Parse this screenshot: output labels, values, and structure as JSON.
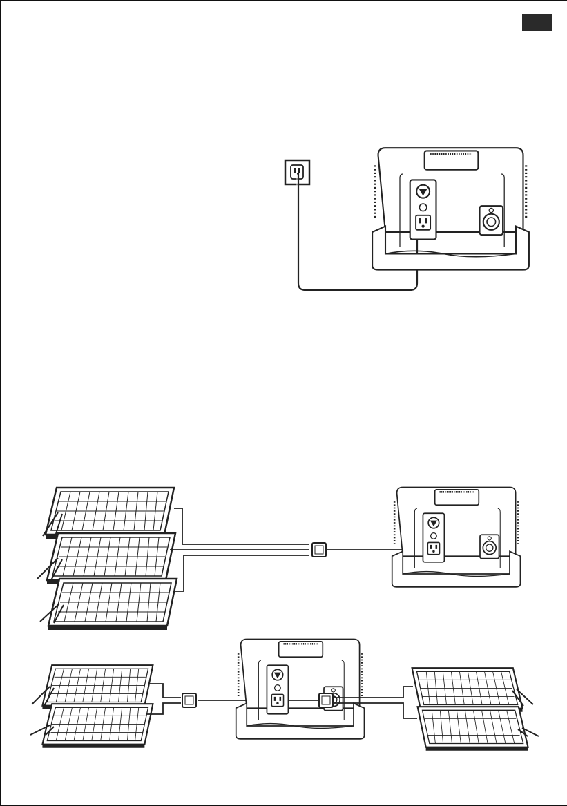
{
  "page": {
    "corner_tab_text": "",
    "background_color": "#ffffff",
    "line_color": "#222222",
    "tab_color": "#2a2a2a"
  },
  "figures": [
    {
      "name": "wall-outlet-charging",
      "items": [
        "wall-outlet-icon",
        "power-station",
        "ac-cable"
      ]
    },
    {
      "name": "three-panel-solar-charging",
      "items": [
        "solar-panel",
        "solar-panel",
        "solar-panel",
        "combiner",
        "power-station"
      ]
    },
    {
      "name": "dual-input-solar-charging",
      "items": [
        "solar-panel",
        "solar-panel",
        "combiner",
        "power-station",
        "combiner",
        "solar-panel",
        "solar-panel"
      ]
    }
  ]
}
